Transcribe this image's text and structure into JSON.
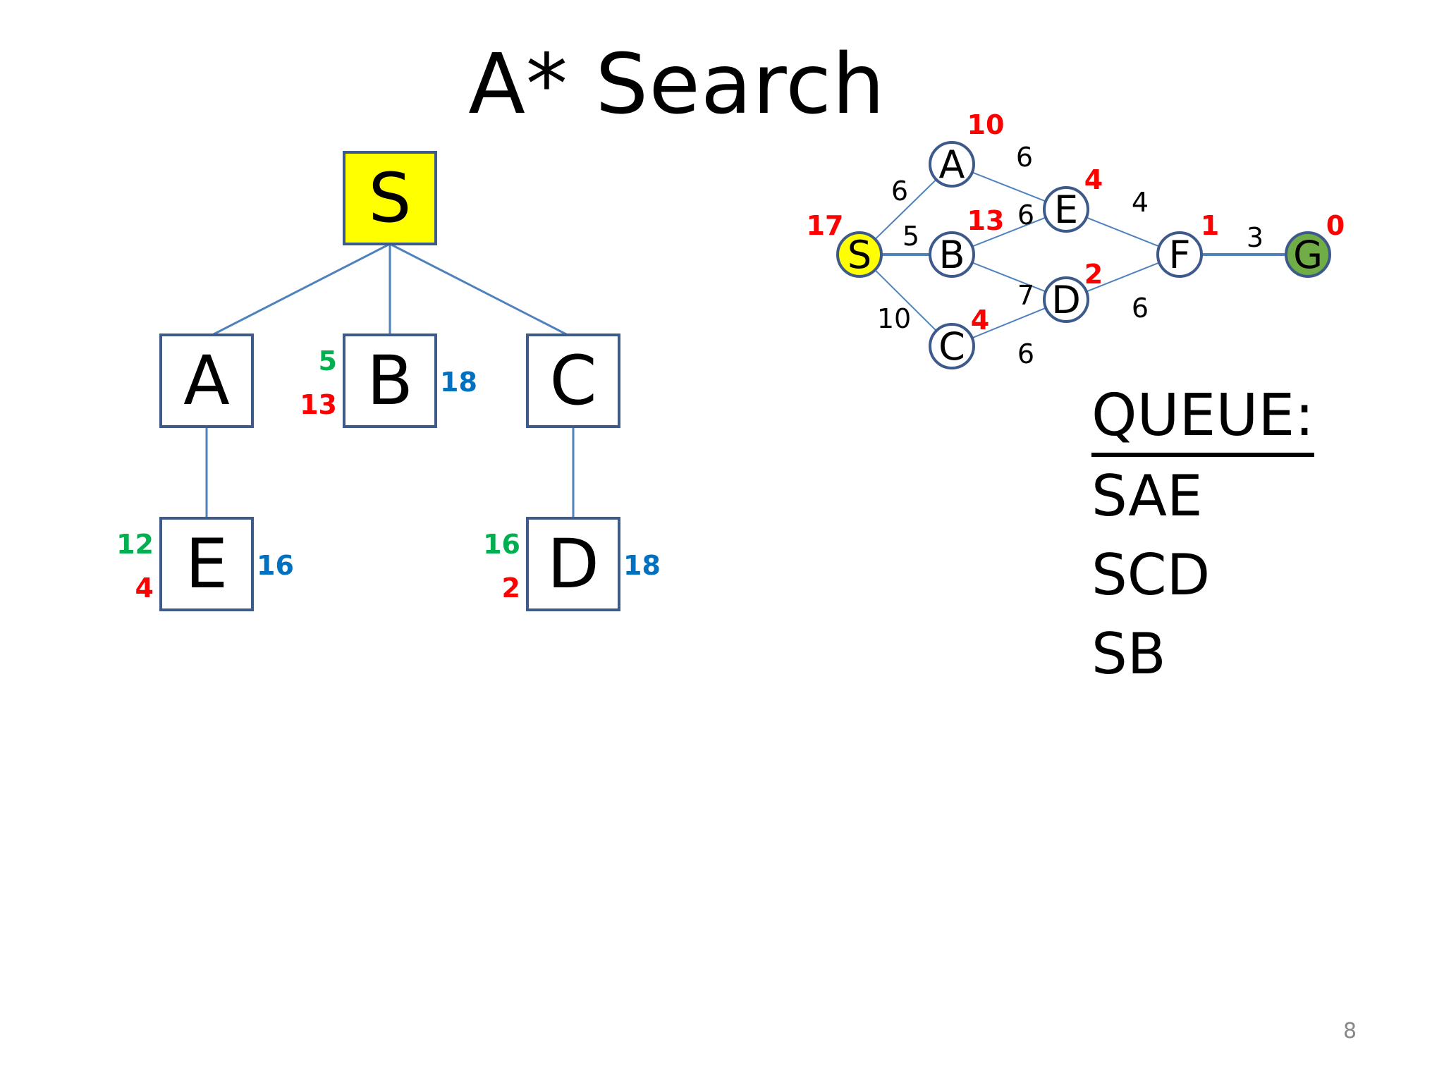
{
  "slide": {
    "title": "A* Search",
    "page_number": "8"
  },
  "colors": {
    "line": "#4f81bd",
    "box_border": "#3e5a8a",
    "start_fill": "#ffff00",
    "goal_fill": "#70ad47",
    "g_color": "#00b050",
    "h_color": "#ff0000",
    "f_color": "#0070c0",
    "label_color": "#000000"
  },
  "search_tree": {
    "root": {
      "label": "S",
      "highlighted": true
    },
    "nodes": [
      {
        "id": "A",
        "label": "A",
        "parent": "S",
        "g": "",
        "h": "",
        "f": ""
      },
      {
        "id": "B",
        "label": "B",
        "parent": "S",
        "g": "5",
        "h": "13",
        "f": "18"
      },
      {
        "id": "C",
        "label": "C",
        "parent": "S",
        "g": "",
        "h": "",
        "f": ""
      },
      {
        "id": "E",
        "label": "E",
        "parent": "A",
        "g": "12",
        "h": "4",
        "f": "16"
      },
      {
        "id": "D",
        "label": "D",
        "parent": "C",
        "g": "16",
        "h": "2",
        "f": "18"
      }
    ]
  },
  "graph": {
    "nodes": [
      {
        "id": "S",
        "label": "S",
        "heuristic": "17"
      },
      {
        "id": "A",
        "label": "A",
        "heuristic": "10"
      },
      {
        "id": "B",
        "label": "B",
        "heuristic": "13"
      },
      {
        "id": "C",
        "label": "C",
        "heuristic": "4"
      },
      {
        "id": "D",
        "label": "D",
        "heuristic": "2"
      },
      {
        "id": "E",
        "label": "E",
        "heuristic": "4"
      },
      {
        "id": "F",
        "label": "F",
        "heuristic": "1"
      },
      {
        "id": "G",
        "label": "G",
        "heuristic": "0"
      }
    ],
    "edges": [
      {
        "from": "S",
        "to": "A",
        "cost": "6"
      },
      {
        "from": "S",
        "to": "B",
        "cost": "5"
      },
      {
        "from": "S",
        "to": "C",
        "cost": "10"
      },
      {
        "from": "A",
        "to": "E",
        "cost": "6"
      },
      {
        "from": "B",
        "to": "E",
        "cost": "6"
      },
      {
        "from": "B",
        "to": "D",
        "cost": "7"
      },
      {
        "from": "C",
        "to": "D",
        "cost": "6"
      },
      {
        "from": "E",
        "to": "F",
        "cost": "4"
      },
      {
        "from": "D",
        "to": "F",
        "cost": "6"
      },
      {
        "from": "F",
        "to": "G",
        "cost": "3"
      }
    ]
  },
  "queue": {
    "title": "QUEUE:",
    "items": [
      "SAE",
      "SCD",
      "SB"
    ]
  }
}
